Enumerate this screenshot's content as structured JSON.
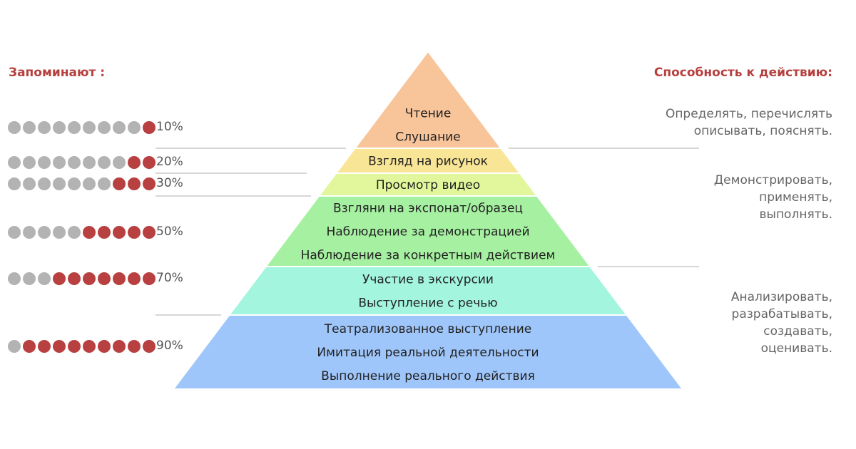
{
  "left_heading": "Запоминают :",
  "right_heading": "Способность к действию:",
  "colors": {
    "heading": "#b5403e",
    "dot_active": "#b84040",
    "dot_inactive": "#b3b3b3",
    "divider": "#c8c8c8"
  },
  "retention": [
    {
      "percent": "10%",
      "active": 1,
      "total": 10
    },
    {
      "percent": "20%",
      "active": 2,
      "total": 10
    },
    {
      "percent": "30%",
      "active": 3,
      "total": 10
    },
    {
      "percent": "50%",
      "active": 5,
      "total": 10
    },
    {
      "percent": "70%",
      "active": 7,
      "total": 10
    },
    {
      "percent": "90%",
      "active": 9,
      "total": 10
    }
  ],
  "pyramid": [
    {
      "name": "reading-listening",
      "color": "#f8c49a",
      "lines": [
        "Чтение",
        "Слушание"
      ]
    },
    {
      "name": "picture",
      "color": "#f8e596",
      "lines": [
        "Взгляд на рисунок"
      ]
    },
    {
      "name": "video",
      "color": "#e2f79b",
      "lines": [
        "Просмотр видео"
      ]
    },
    {
      "name": "observation",
      "color": "#a6f0a1",
      "lines": [
        "Взгляни на экспонат/образец",
        "Наблюдение за демонстрацией",
        "Наблюдение за конкретным действием"
      ]
    },
    {
      "name": "participation",
      "color": "#a3f5de",
      "lines": [
        "Участие в экскурсии",
        "Выступление с речью"
      ]
    },
    {
      "name": "doing",
      "color": "#9fc6fa",
      "lines": [
        "Театрализованное выступление",
        "Имитация реальной деятельности",
        "Выполнение реального действия"
      ]
    }
  ],
  "abilities": [
    {
      "lines": [
        "Определять, перечислять",
        "описывать, пояснять."
      ]
    },
    {
      "lines": [
        "Демонстрировать,",
        "применять,",
        "выполнять."
      ]
    },
    {
      "lines": [
        "Анализировать,",
        "разрабатывать,",
        "создавать,",
        "оценивать."
      ]
    }
  ]
}
